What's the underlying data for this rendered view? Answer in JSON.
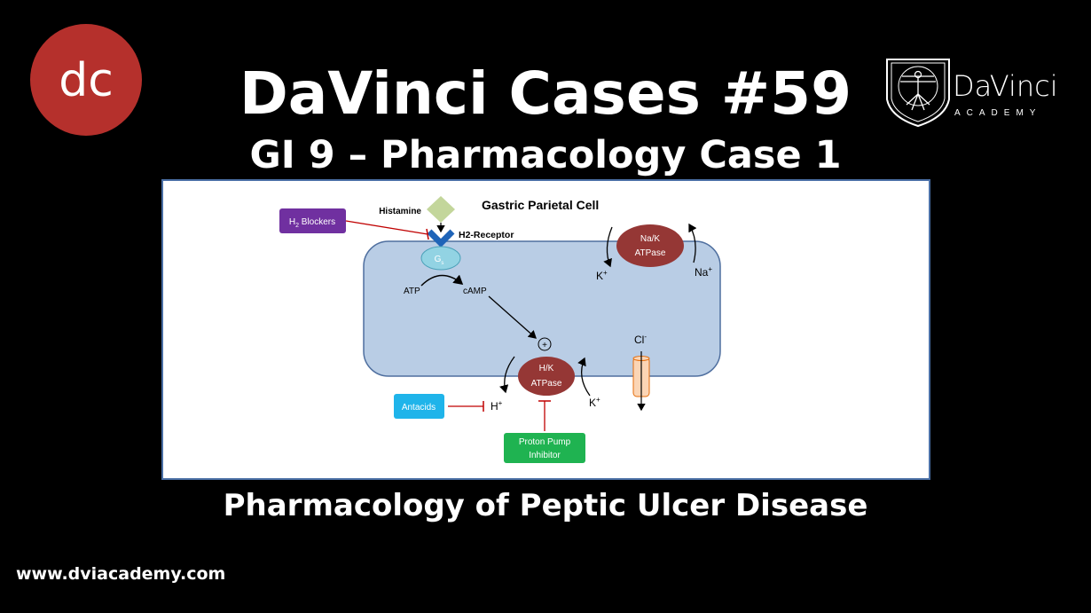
{
  "header": {
    "badge_text": "dc",
    "title": "DaVinci Cases #59",
    "subtitle": "GI 9 – Pharmacology Case 1",
    "logo": {
      "name": "DaVinci",
      "tagline": "ACADEMY"
    }
  },
  "diagram": {
    "title": "Gastric Parietal Cell",
    "histamine": "Histamine",
    "receptor": "H2-Receptor",
    "h2_blockers": {
      "main": "H",
      "sub": "2",
      "rest": " Blockers"
    },
    "gs": {
      "main": "G",
      "sub": "s"
    },
    "atp": "ATP",
    "camp": "cAMP",
    "plus": "+",
    "hk_atpase": [
      "H/K",
      "ATPase"
    ],
    "nak_atpase": [
      "Na/K",
      "ATPase"
    ],
    "k_left": "K",
    "na": "Na",
    "k_hk": "K",
    "h": "H",
    "plus_sup": "+",
    "cl": "Cl",
    "minus_sup": "-",
    "antacids": "Antacids",
    "ppi": [
      "Proton Pump",
      "Inhibitor"
    ],
    "colors": {
      "cell": "#b9cde5",
      "atpase": "#953735",
      "h2": "#7030a0",
      "antacid": "#1fb4ea",
      "ppi": "#1fb351",
      "inhibit": "#c00000"
    }
  },
  "footer": {
    "topic": "Pharmacology of Peptic Ulcer Disease",
    "url": "www.dviacademy.com"
  }
}
